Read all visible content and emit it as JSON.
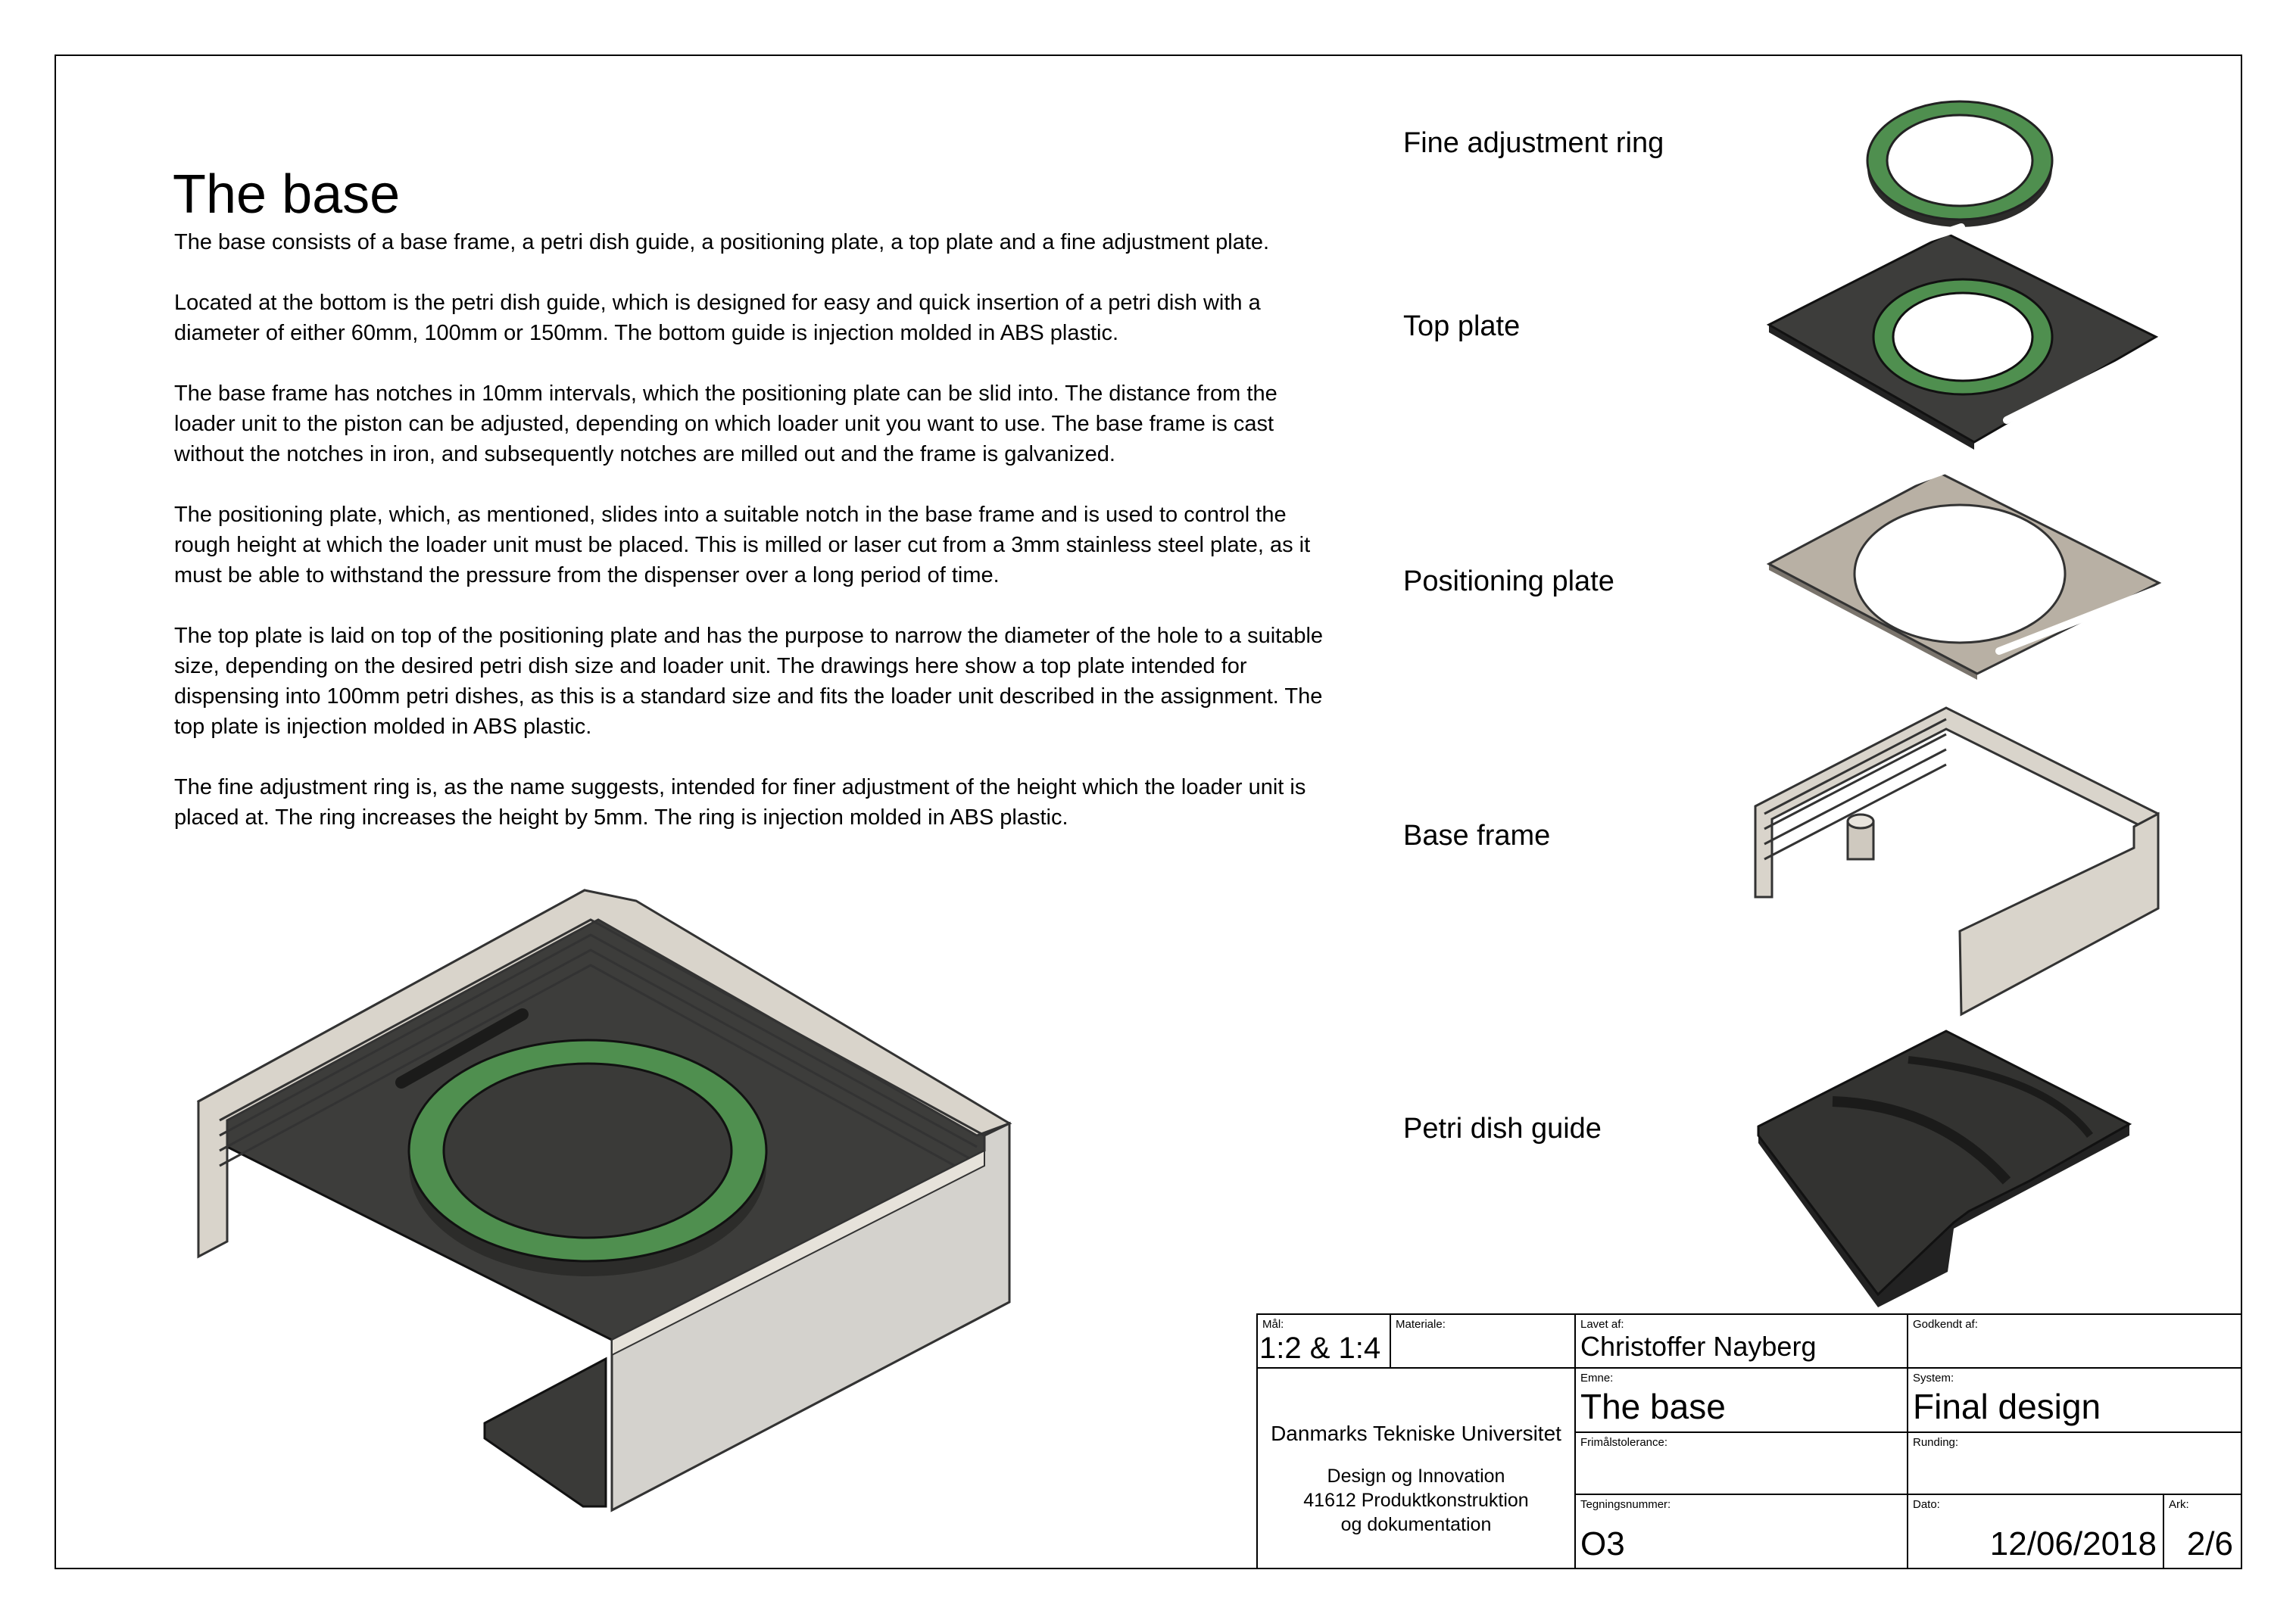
{
  "document": {
    "title": "The base",
    "paragraphs": [
      "The base consists of a base frame, a petri dish guide, a positioning plate, a top plate and a fine adjustment plate.",
      "Located at the bottom is the petri dish guide, which is designed for easy and quick insertion of a petri dish with a diameter of either 60mm, 100mm or 150mm. The bottom guide is injection molded in ABS plastic.",
      "The base frame has notches in 10mm intervals, which the positioning plate can be slid into. The distance from the loader unit to the piston can be adjusted, depending on which loader unit you want to use. The base frame is cast without the notches in iron, and subsequently notches are milled out and the frame is galvanized.",
      "The positioning plate, which, as mentioned, slides into a suitable notch in the base frame and is used to control the rough height at which the loader unit must be placed. This is milled or laser cut from a 3mm stainless steel plate, as it must be able to withstand the pressure from the dispenser over a long period of time.",
      "The top plate is laid on top of the positioning plate and has the purpose to narrow the diameter of the hole to a suitable size, depending on the desired petri dish size and loader unit. The drawings here show a top plate intended for dispensing into 100mm petri dishes, as this is a standard size and fits the loader unit described in the assignment. The top plate is injection molded in ABS plastic.",
      "The fine adjustment ring is, as the name suggests, intended for finer adjustment of the height which the loader unit is placed at. The ring increases the height by 5mm. The ring is injection molded in ABS plastic."
    ]
  },
  "parts": {
    "fine_ring": "Fine adjustment ring",
    "top_plate": "Top plate",
    "positioning_plate": "Positioning plate",
    "base_frame": "Base frame",
    "petri_guide": "Petri dish guide"
  },
  "colors": {
    "green": "#4f8f4f",
    "dark": "#3a3a38",
    "steel": "#b8b0a4",
    "frame": "#d9d4cb"
  },
  "title_block": {
    "scale_label": "Mål:",
    "scale": "1:2 & 1:4",
    "material_label": "Materiale:",
    "author_label": "Lavet af:",
    "author": "Christoffer Nayberg",
    "approved_label": "Godkendt af:",
    "institution": "Danmarks Tekniske Universitet",
    "dept_line1": "Design og Innovation",
    "dept_line2": "41612 Produktkonstruktion",
    "dept_line3": "og dokumentation",
    "subject_label": "Emne:",
    "subject": "The base",
    "system_label": "System:",
    "system": "Final design",
    "tolerance_label": "Frimålstolerance:",
    "rounding_label": "Runding:",
    "drawing_no_label": "Tegningsnummer:",
    "drawing_no": "O3",
    "date_label": "Dato:",
    "date": "12/06/2018",
    "sheet_label": "Ark:",
    "sheet": "2/6"
  }
}
